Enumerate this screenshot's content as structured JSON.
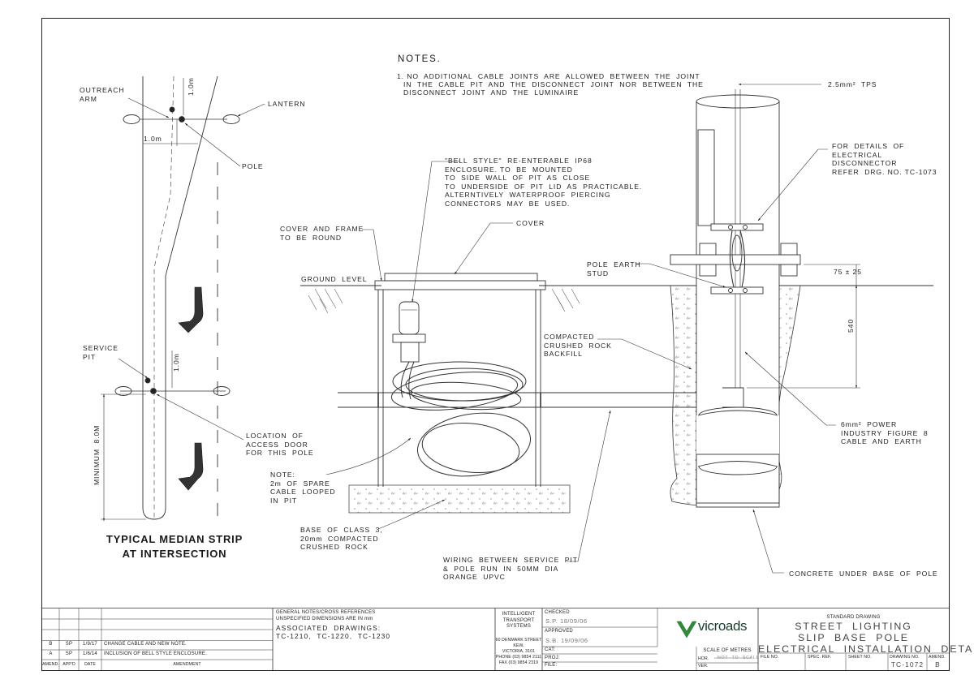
{
  "notes": {
    "heading": "NOTES.",
    "line1": "1. NO  ADDITIONAL  CABLE  JOINTS  ARE  ALLOWED  BETWEEN  THE  JOINT",
    "line2": "IN  THE  CABLE  PIT  AND  THE  DISCONNECT  JOINT  NOR  BETWEEN  THE",
    "line3": "DISCONNECT  JOINT  AND  THE  LUMINAIRE"
  },
  "median": {
    "outreach_arm": "OUTREACH\nARM",
    "lantern": "LANTERN",
    "pole": "POLE",
    "dim_1m_top": "1.0m",
    "dim_1m_horiz": "1.0m",
    "service_pit": "SERVICE\nPIT",
    "dim_1m_pit": "1.0m",
    "access_door": "LOCATION  OF\nACCESS  DOOR\nFOR  THIS  POLE",
    "minimum": "MINIMUM  8.0M",
    "title": "TYPICAL MEDIAN STRIP\nAT INTERSECTION"
  },
  "section": {
    "bell_style": "\"BELL  STYLE\"  RE-ENTERABLE  IP68\nENCLOSURE. TO  BE  MOUNTED\nTO  SIDE  WALL  OF  PIT  AS  CLOSE\nTO  UNDERSIDE  OF  PIT  LID  AS  PRACTICABLE.\nALTERNTIVELY  WATERPROOF  PIERCING\nCONNECTORS  MAY  BE  USED.",
    "cover_frame": "COVER  AND  FRAME\nTO  BE  ROUND",
    "cover": "COVER",
    "ground_level": "GROUND  LEVEL",
    "compacted": "COMPACTED\nCRUSHED  ROCK\nBACKFILL",
    "note_spare": "NOTE:\n2m  OF  SPARE\nCABLE  LOOPED\nIN  PIT",
    "base_class": "BASE  OF  CLASS  3,\n20mm  COMPACTED\nCRUSHED  ROCK",
    "wiring": "WIRING  BETWEEN  SERVICE  PIT\n&  POLE  RUN  IN  50MM  DIA\nORANGE  UPVC"
  },
  "pole_detail": {
    "tps": "2.5mm²  TPS",
    "disconnector": "FOR  DETAILS  OF\nELECTRICAL\nDISCONNECTOR\nREFER  DRG. NO. TC-1073",
    "earth_stud": "POLE  EARTH\nSTUD",
    "dim_75": "75 ± 25",
    "dim_540": "540",
    "power_cable": "6mm²  POWER\nINDUSTRY  FIGURE  8\nCABLE  AND  EARTH",
    "concrete": "CONCRETE  UNDER  BASE  OF  POLE"
  },
  "title_block": {
    "revisions": [
      {
        "amend": "B",
        "appd": "SP",
        "date": "1/9/17",
        "text": "CHANGE CABLE AND NEW NOTE."
      },
      {
        "amend": "A",
        "appd": "SP",
        "date": "1/6/14",
        "text": "INCLUSION OF BELL STYLE ENCLOSURE."
      }
    ],
    "rev_headers": {
      "amend": "AMEND.",
      "appd": "APP'D",
      "date": "DATE",
      "amendment": "AMENDMENT"
    },
    "general_notes": "GENERAL NOTES/CROSS REFERENCES\nUNSPECIFIED DIMENSIONS ARE IN mm",
    "assoc_label": "ASSOCIATED  DRAWINGS:",
    "assoc_list": "TC-1210,  TC-1220,  TC-1230",
    "its_name": "INTELLIGENT\nTRANSPORT\nSYSTEMS",
    "its_address": "60 DENMARK STREET\nKEW,\nVICTORIA, 3101\nPHONE (03) 9854 2111\nFAX (03) 9854 2319",
    "checked_label": "CHECKED",
    "checked_value": "S.P. 18/09/06",
    "approved_label": "APPROVED",
    "approved_value": "S.B. 19/09/06",
    "cat_label": "CAT:",
    "proj_label": "PROJ:",
    "file_label": "FILE:",
    "logo_text": "vicroads",
    "scale_label": "SCALE OF METRES",
    "hor_label": "HOR.",
    "hor_value": "NOT  TO  SCALE",
    "ver_label": "VER.",
    "standard_drawing": "STANDARD DRAWING",
    "drawing_title": "STREET  LIGHTING\nSLIP  BASE  POLE\nELECTRICAL  INSTALLATION  DETAILS",
    "file_no_label": "FILE NO.",
    "spec_ref_label": "SPEC. REF.",
    "sheet_no_label": "SHEET NO.",
    "drawing_no_label": "DRAWING NO.",
    "drawing_no": "TC-1072",
    "amend_label": "AMEND.",
    "amend_value": "B"
  }
}
